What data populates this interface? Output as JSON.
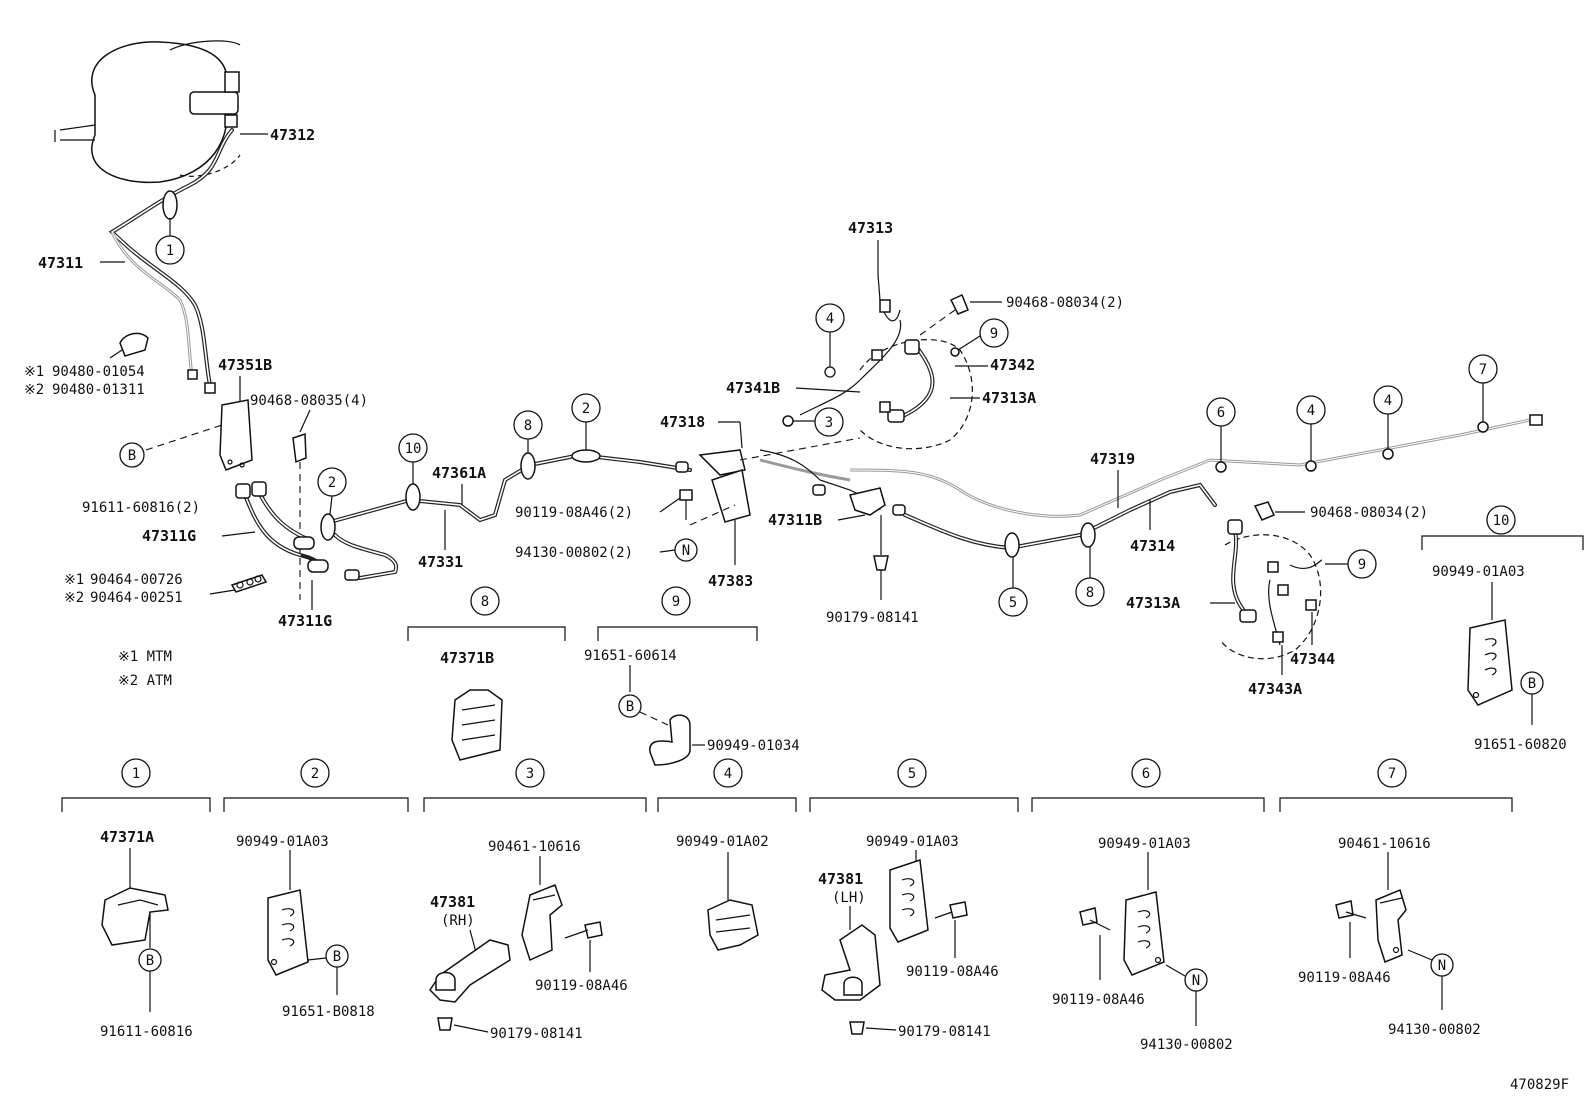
{
  "main_labels": {
    "p47312": "47312",
    "p47311": "47311",
    "p47313": "47313",
    "p47342": "47342",
    "p47313A_top": "47313A",
    "p47341B": "47341B",
    "p47318": "47318",
    "p47351B": "47351B",
    "p47361A": "47361A",
    "p47331": "47331",
    "p47311G_1": "47311G",
    "p47311G_2": "47311G",
    "p47311B": "47311B",
    "p47383": "47383",
    "p47319": "47319",
    "p47314": "47314",
    "p47313A_bot": "47313A",
    "p47344": "47344",
    "p47343A": "47343A",
    "n90468_08034_top": "90468-08034(2)",
    "n90468_08035": "90468-08035(4)",
    "n91611_60816_2": "91611-60816(2)",
    "n90119_08A46_2": "90119-08A46(2)",
    "n94130_00802_2": "94130-00802(2)",
    "n90179_08141_main": "90179-08141",
    "n90468_08034_right": "90468-08034(2)",
    "n90480_01054": "90480-01054",
    "n90480_01311": "90480-01311",
    "n90464_00726": "90464-00726",
    "n90464_00251": "90464-00251",
    "star1": "※1",
    "star2": "※2",
    "legend_mtm": "※1 MTM",
    "legend_atm": "※2 ATM"
  },
  "callouts": {
    "c1": "1",
    "c2": "2",
    "c3": "3",
    "c4": "4",
    "c5": "5",
    "c6": "6",
    "c7": "7",
    "c8": "8",
    "c9": "9",
    "c10": "10",
    "cB": "B",
    "cN": "N"
  },
  "groups": {
    "g8": {
      "num": "8",
      "part": "47371B"
    },
    "g9": {
      "num": "9",
      "top": "91651-60614",
      "bolt": "B",
      "clamp": "90949-01034"
    },
    "g10": {
      "num": "10",
      "top": "90949-01A03",
      "bolt": "B",
      "bottom": "91651-60820"
    },
    "g1": {
      "num": "1",
      "top": "47371A",
      "bolt": "B",
      "bottom": "91611-60816"
    },
    "g2": {
      "num": "2",
      "top": "90949-01A03",
      "bolt": "B",
      "bottom": "91651-B0818"
    },
    "g3": {
      "num": "3",
      "top": "90461-10616",
      "bracket": "47381",
      "side": "(RH)",
      "bolt": "90119-08A46",
      "nut": "90179-08141"
    },
    "g4": {
      "num": "4",
      "top": "90949-01A02"
    },
    "g5": {
      "num": "5",
      "top": "90949-01A03",
      "bracket": "47381",
      "side": "(LH)",
      "bolt": "90119-08A46",
      "nut": "90179-08141"
    },
    "g6": {
      "num": "6",
      "top": "90949-01A03",
      "bolt": "90119-08A46",
      "nut": "N",
      "nut_part": "94130-00802"
    },
    "g7": {
      "num": "7",
      "top": "90461-10616",
      "bolt": "90119-08A46",
      "nut": "N",
      "nut_part": "94130-00802"
    }
  },
  "footer_code": "470829F"
}
